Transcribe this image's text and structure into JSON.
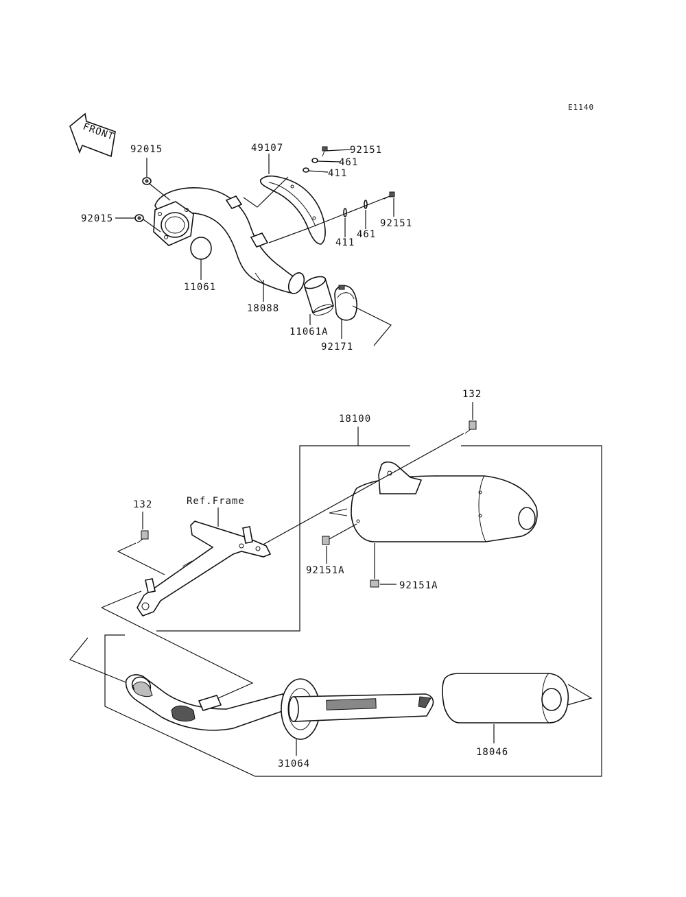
{
  "diagram_code": "E1140",
  "front_label": "FRONT",
  "ref_frame_label": "Ref.Frame",
  "parts": {
    "p92015_top": "92015",
    "p92015_left": "92015",
    "p11061": "11061",
    "p18088": "18088",
    "p49107": "49107",
    "p92151_top": "92151",
    "p461_top": "461",
    "p411_top": "411",
    "p92151_right": "92151",
    "p461_bottom": "461",
    "p411_bottom": "411",
    "p11061A": "11061A",
    "p92171": "92171",
    "p18100": "18100",
    "p132_top": "132",
    "p132_left": "132",
    "p92151A_left": "92151A",
    "p92151A_bottom": "92151A",
    "p31064": "31064",
    "p18046": "18046"
  }
}
